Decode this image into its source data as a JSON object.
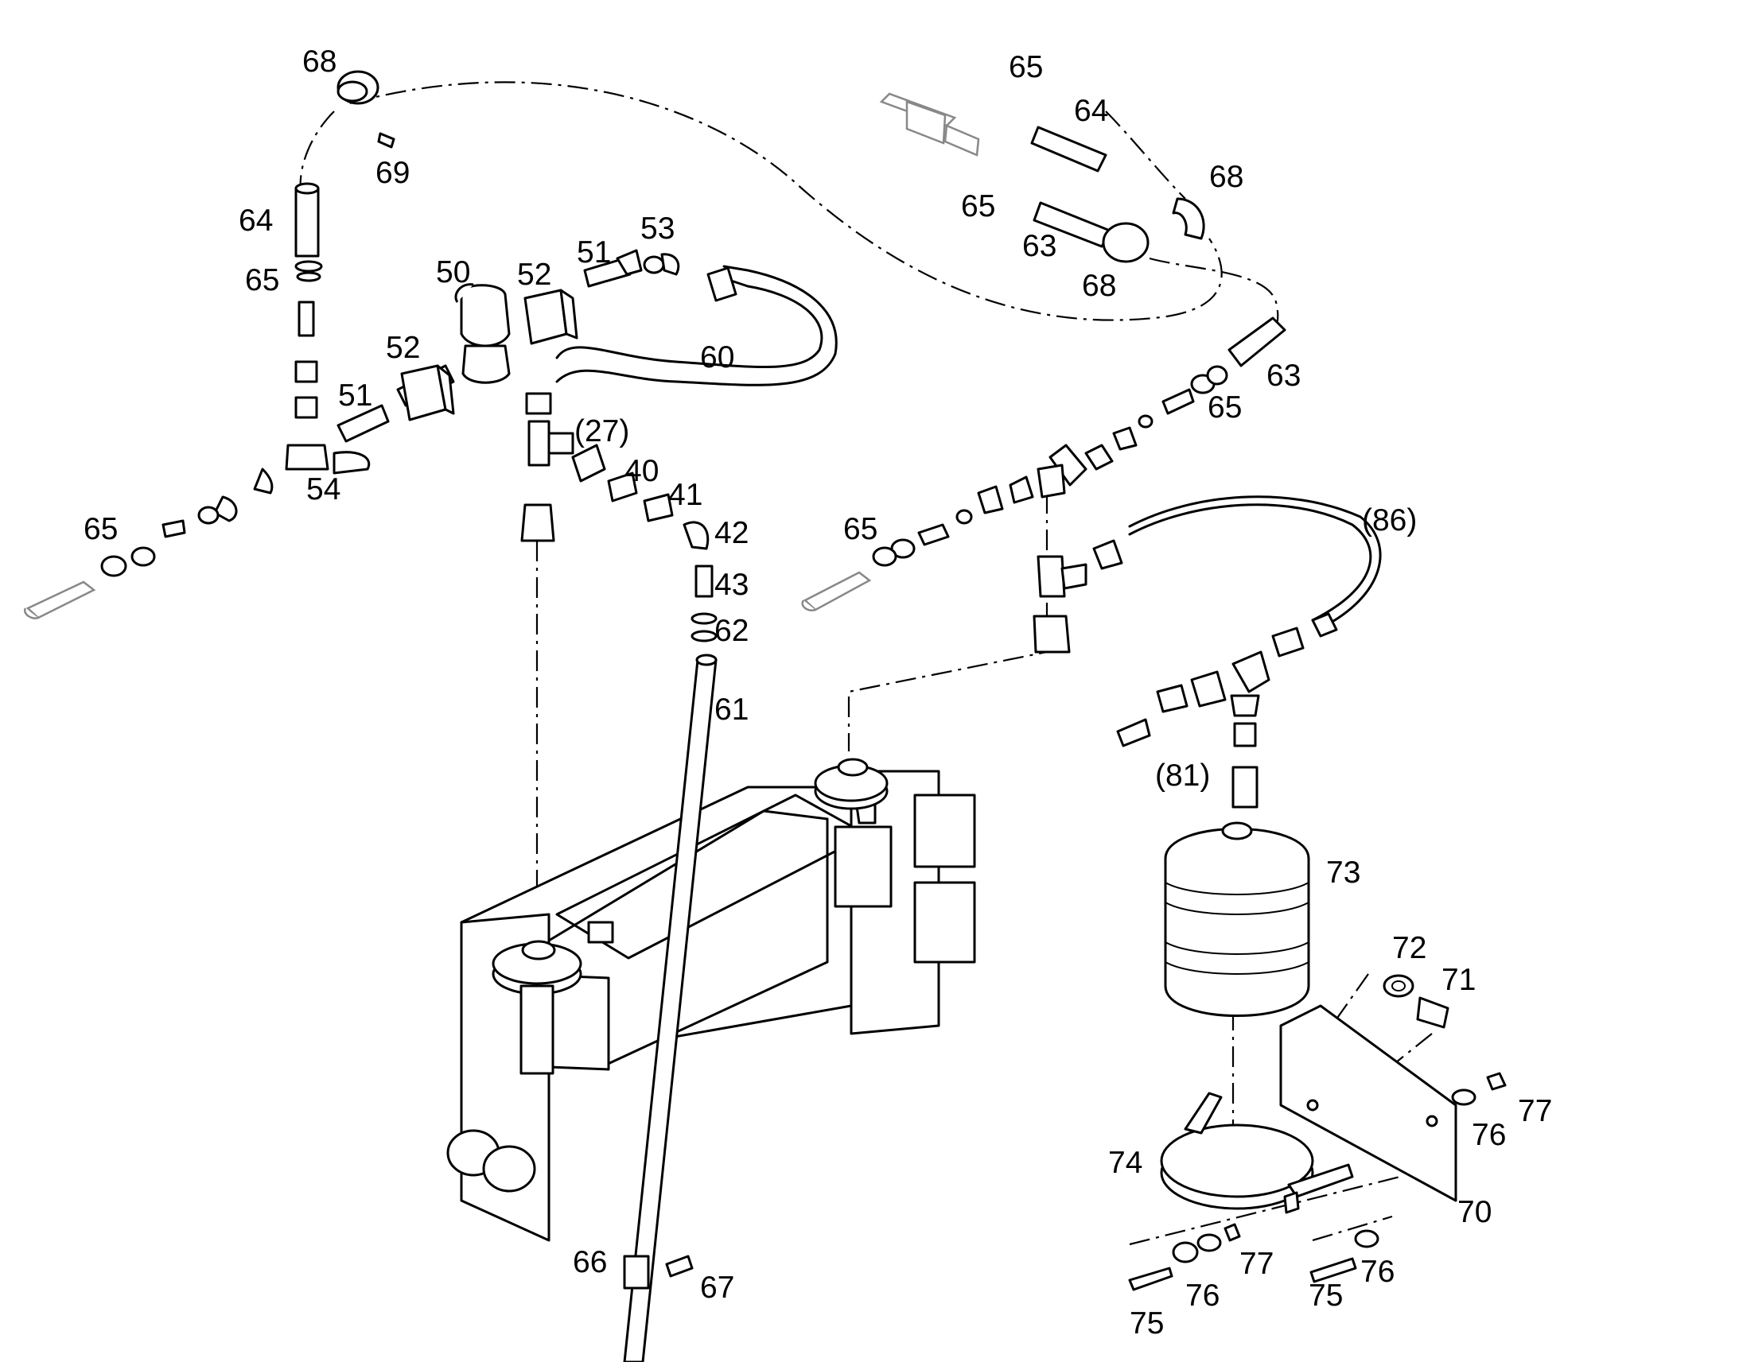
{
  "diagram": {
    "labels": {
      "l68a": "68",
      "l69": "69",
      "l64a": "64",
      "l65a": "65",
      "l50": "50",
      "l52a": "52",
      "l51a": "51",
      "l53": "53",
      "l52b": "52",
      "l51b": "51",
      "l54": "54",
      "l60": "60",
      "l27": "(27)",
      "l40": "40",
      "l41": "41",
      "l42": "42",
      "l43": "43",
      "l62": "62",
      "l61": "61",
      "l65b": "65",
      "l65c": "65",
      "l64b": "64",
      "l68b": "68",
      "l65d": "65",
      "l63a": "63",
      "l68c": "68",
      "l63b": "63",
      "l65e": "65",
      "l65f": "65",
      "l86": "(86)",
      "l81": "(81)",
      "l73": "73",
      "l72": "72",
      "l71": "71",
      "l77a": "77",
      "l76a": "76",
      "l70": "70",
      "l74": "74",
      "l66": "66",
      "l67": "67",
      "l77b": "77",
      "l76b": "76",
      "l75a": "75",
      "l75b": "75",
      "l76c": "76"
    }
  }
}
